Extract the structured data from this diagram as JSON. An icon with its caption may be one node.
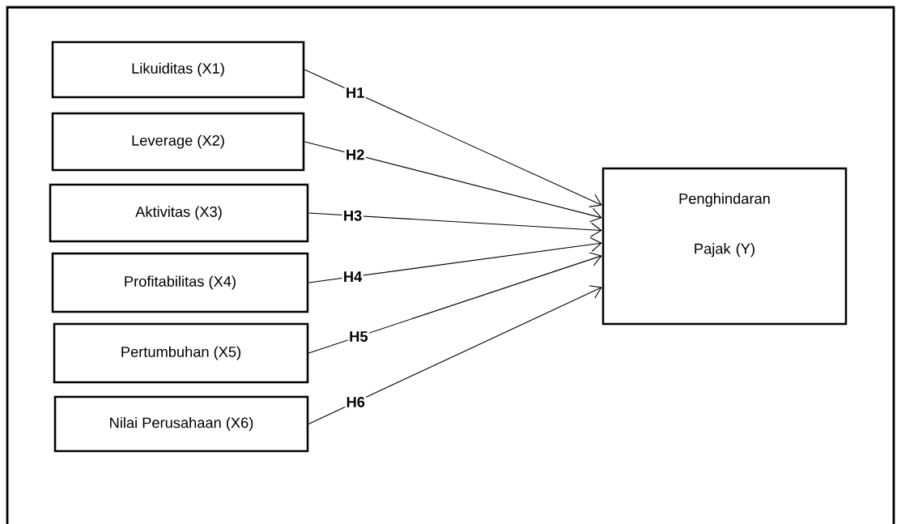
{
  "diagram": {
    "nodes": [
      {
        "text": [
          "Likuiditas (X1)"
        ]
      },
      {
        "text": [
          "Leverage (X2)"
        ]
      },
      {
        "text": [
          "Aktivitas (X3)"
        ]
      },
      {
        "text": [
          "Profitabilitas (X4)"
        ]
      },
      {
        "text": [
          "Pertumbuhan (X5)"
        ]
      },
      {
        "text": [
          "Nilai Perusahaan (X6)"
        ]
      },
      {
        "text": [
          "Penghindaran Pajak (Y)"
        ]
      }
    ],
    "edges": [
      {
        "from": 0,
        "to": 6,
        "arrow": "to",
        "label": "H1"
      },
      {
        "from": 1,
        "to": 6,
        "arrow": "to",
        "label": "H2"
      },
      {
        "from": 2,
        "to": 6,
        "arrow": "to",
        "label": "H3"
      },
      {
        "from": 3,
        "to": 6,
        "arrow": "to",
        "label": "H4"
      },
      {
        "from": 4,
        "to": 6,
        "arrow": "to",
        "label": "H5"
      },
      {
        "from": 5,
        "to": 6,
        "arrow": "to",
        "label": "H6"
      }
    ]
  }
}
